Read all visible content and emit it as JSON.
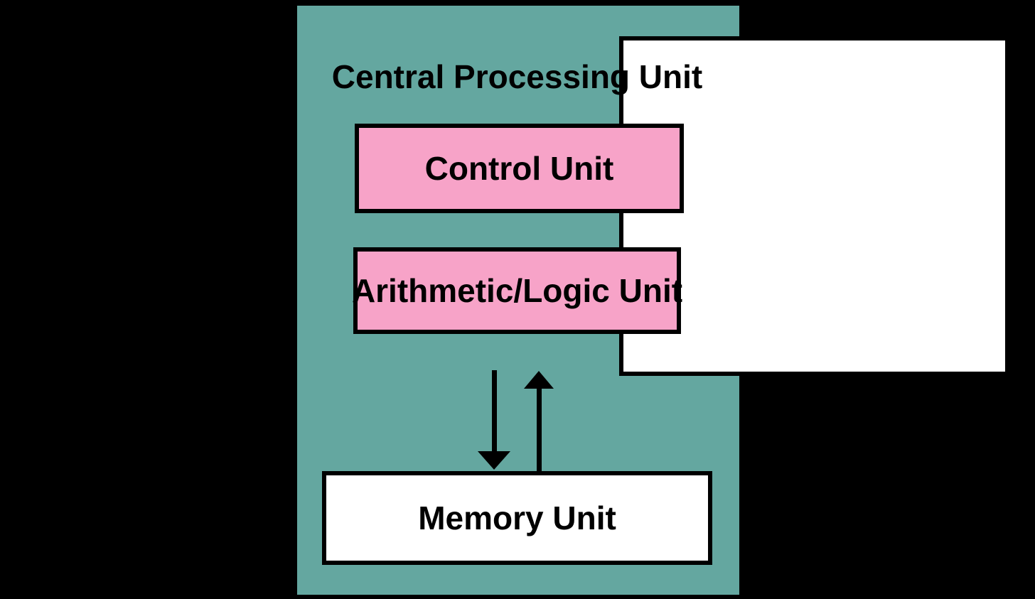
{
  "diagram": {
    "nodes": {
      "cpu": {
        "label": "Central Processing Unit",
        "fill": "#FFFFFF"
      },
      "control_unit": {
        "label": "Control Unit",
        "fill": "#F7A3C8"
      },
      "alu": {
        "label": "Arithmetic/Logic Unit",
        "fill": "#F7A3C8"
      },
      "memory": {
        "label": "Memory Unit",
        "fill": "#FFFFFF"
      }
    },
    "arrows": [
      {
        "name": "cpu-to-memory",
        "direction": "down"
      },
      {
        "name": "memory-to-cpu",
        "direction": "up"
      }
    ],
    "colors": {
      "canvas": "#000000",
      "panel_teal": "#64A7A0",
      "node_pink": "#F7A3C8",
      "node_white": "#FFFFFF",
      "border": "#000000"
    }
  }
}
